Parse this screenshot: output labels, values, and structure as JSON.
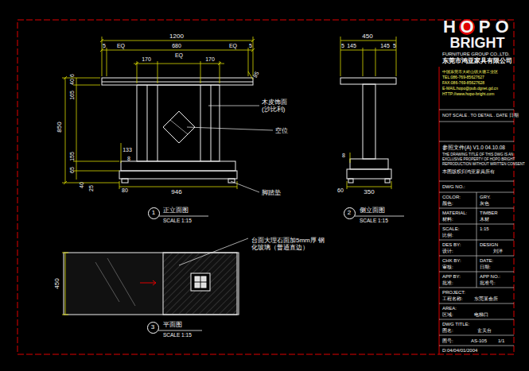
{
  "diagram": {
    "nodes": [
      {
        "text": [
          "1"
        ]
      },
      {
        "text": [
          "2"
        ]
      },
      {
        "text": [
          "3"
        ]
      }
    ],
    "labels": [
      "H",
      "O",
      "P",
      "O",
      "BRIGHT",
      "FURNITURE GROUP CO.,LTD.",
      "东莞市鸿亚家具有限公司",
      "中国东莞市大岭山镇大塘工业区",
      "TEL:086-769-85627627",
      "FAX:086-769-85627628",
      "E-MAIL:hopo@pub.dgnet.gd.cn",
      "HTTP://www.hopo-bright.com",
      "NOT SCALE . TO DETAIL . DATE 日期",
      "参照文件(A) V1.0 04.10.08",
      "THE DRAWING TITLE OF THIS DWG IS AN",
      "EXCLUSIVE PROPERTY OF HOPO BRIGHT",
      "REPRODUCTION WITHOUT WRITTEN CONSENT",
      "本图版权归鸿亚家具所有",
      "DWG NO.:",
      "COLOR:",
      "GRY.",
      "颜色:",
      "灰色",
      "MATERIAL:",
      "TIMBER",
      "材料:",
      "木材",
      "SCALE:",
      "1:15",
      "比例:",
      "DES BY:",
      "DESIGN",
      "设计:",
      "刘洋",
      "CHK BY:",
      "DATE:",
      "审核:",
      "日期:",
      "APP BY:",
      "APP NO.:",
      "批准:",
      "批准号:",
      "PROJECT:",
      "工程名称:",
      "东莞某会所",
      "AREA:",
      "区域:",
      "电梯口",
      "DWG TITLE:",
      "图名:",
      "玄关台",
      "图号:",
      "AS-105",
      "1/1",
      "D:04/04/01/2004",
      "1200",
      "5",
      "EQ",
      "680",
      "EQ",
      "5",
      "170",
      "EQ",
      "170",
      "95",
      "6",
      "40",
      "165",
      "850",
      "155",
      "65",
      "40",
      "25",
      "133",
      "8",
      "80",
      "946",
      "木皮饰面 (沙比利)",
      "空位",
      "脚踏垫",
      "正立面图",
      "SCALE 1:15",
      "450",
      "5",
      "145",
      "145",
      "5",
      "8",
      "60",
      "350",
      "侧立面图",
      "SCALE 1:15",
      "450",
      "台面大理石面加5mm厚 钢化玻璃（普通直边）",
      "平面图",
      "SCALE 1:15"
    ]
  }
}
